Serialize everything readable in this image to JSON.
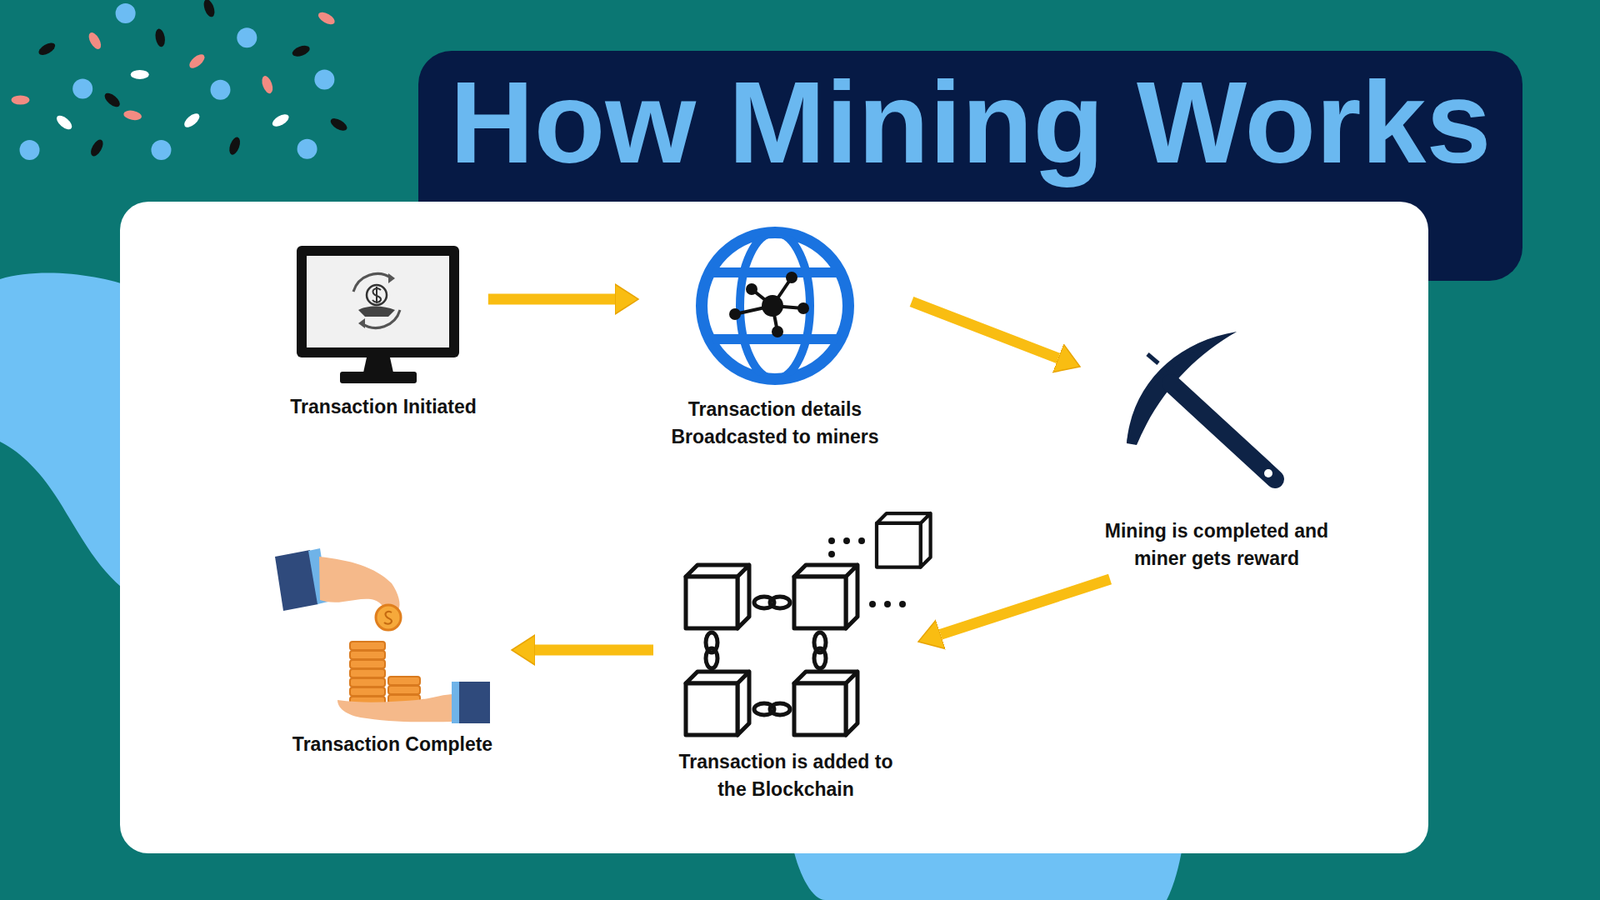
{
  "diagram": {
    "title": "How Mining Works",
    "nodes": [
      {
        "text": [
          "Transaction Initiated"
        ]
      },
      {
        "text": [
          "Transaction details Broadcasted to miners"
        ]
      },
      {
        "text": [
          "Mining is completed and miner gets reward"
        ]
      },
      {
        "text": [
          "Transaction is added to the Blockchain"
        ]
      },
      {
        "text": [
          "Transaction Complete"
        ]
      }
    ],
    "edges": [
      {
        "from": 0,
        "to": 1,
        "arrow": "to"
      },
      {
        "from": 1,
        "to": 2,
        "arrow": "to"
      },
      {
        "from": 2,
        "to": 3,
        "arrow": "to"
      },
      {
        "from": 3,
        "to": 4,
        "arrow": "to"
      }
    ]
  }
}
